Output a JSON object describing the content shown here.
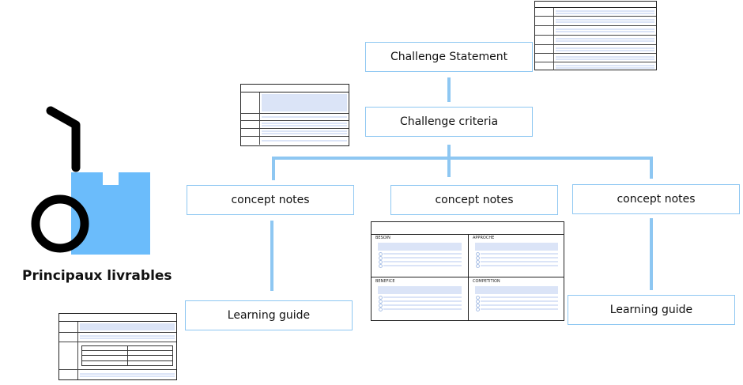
{
  "title": "Principaux livrables",
  "nodes": {
    "challenge_statement": "Challenge Statement",
    "challenge_criteria": "Challenge criteria",
    "concept_notes": [
      "concept notes",
      "concept notes",
      "concept notes"
    ],
    "learning_guides": [
      "Learning guide",
      "Learning guide"
    ]
  },
  "concept_sheet": {
    "quadrants": [
      "BESOIN",
      "APPROCHE",
      "BENEFICE",
      "COMPETITION"
    ]
  },
  "colors": {
    "accent": "#8ec7f2",
    "icon_box": "#6bbcfb",
    "icon_stroke": "#000000",
    "placeholder": "#dbe4f7"
  }
}
